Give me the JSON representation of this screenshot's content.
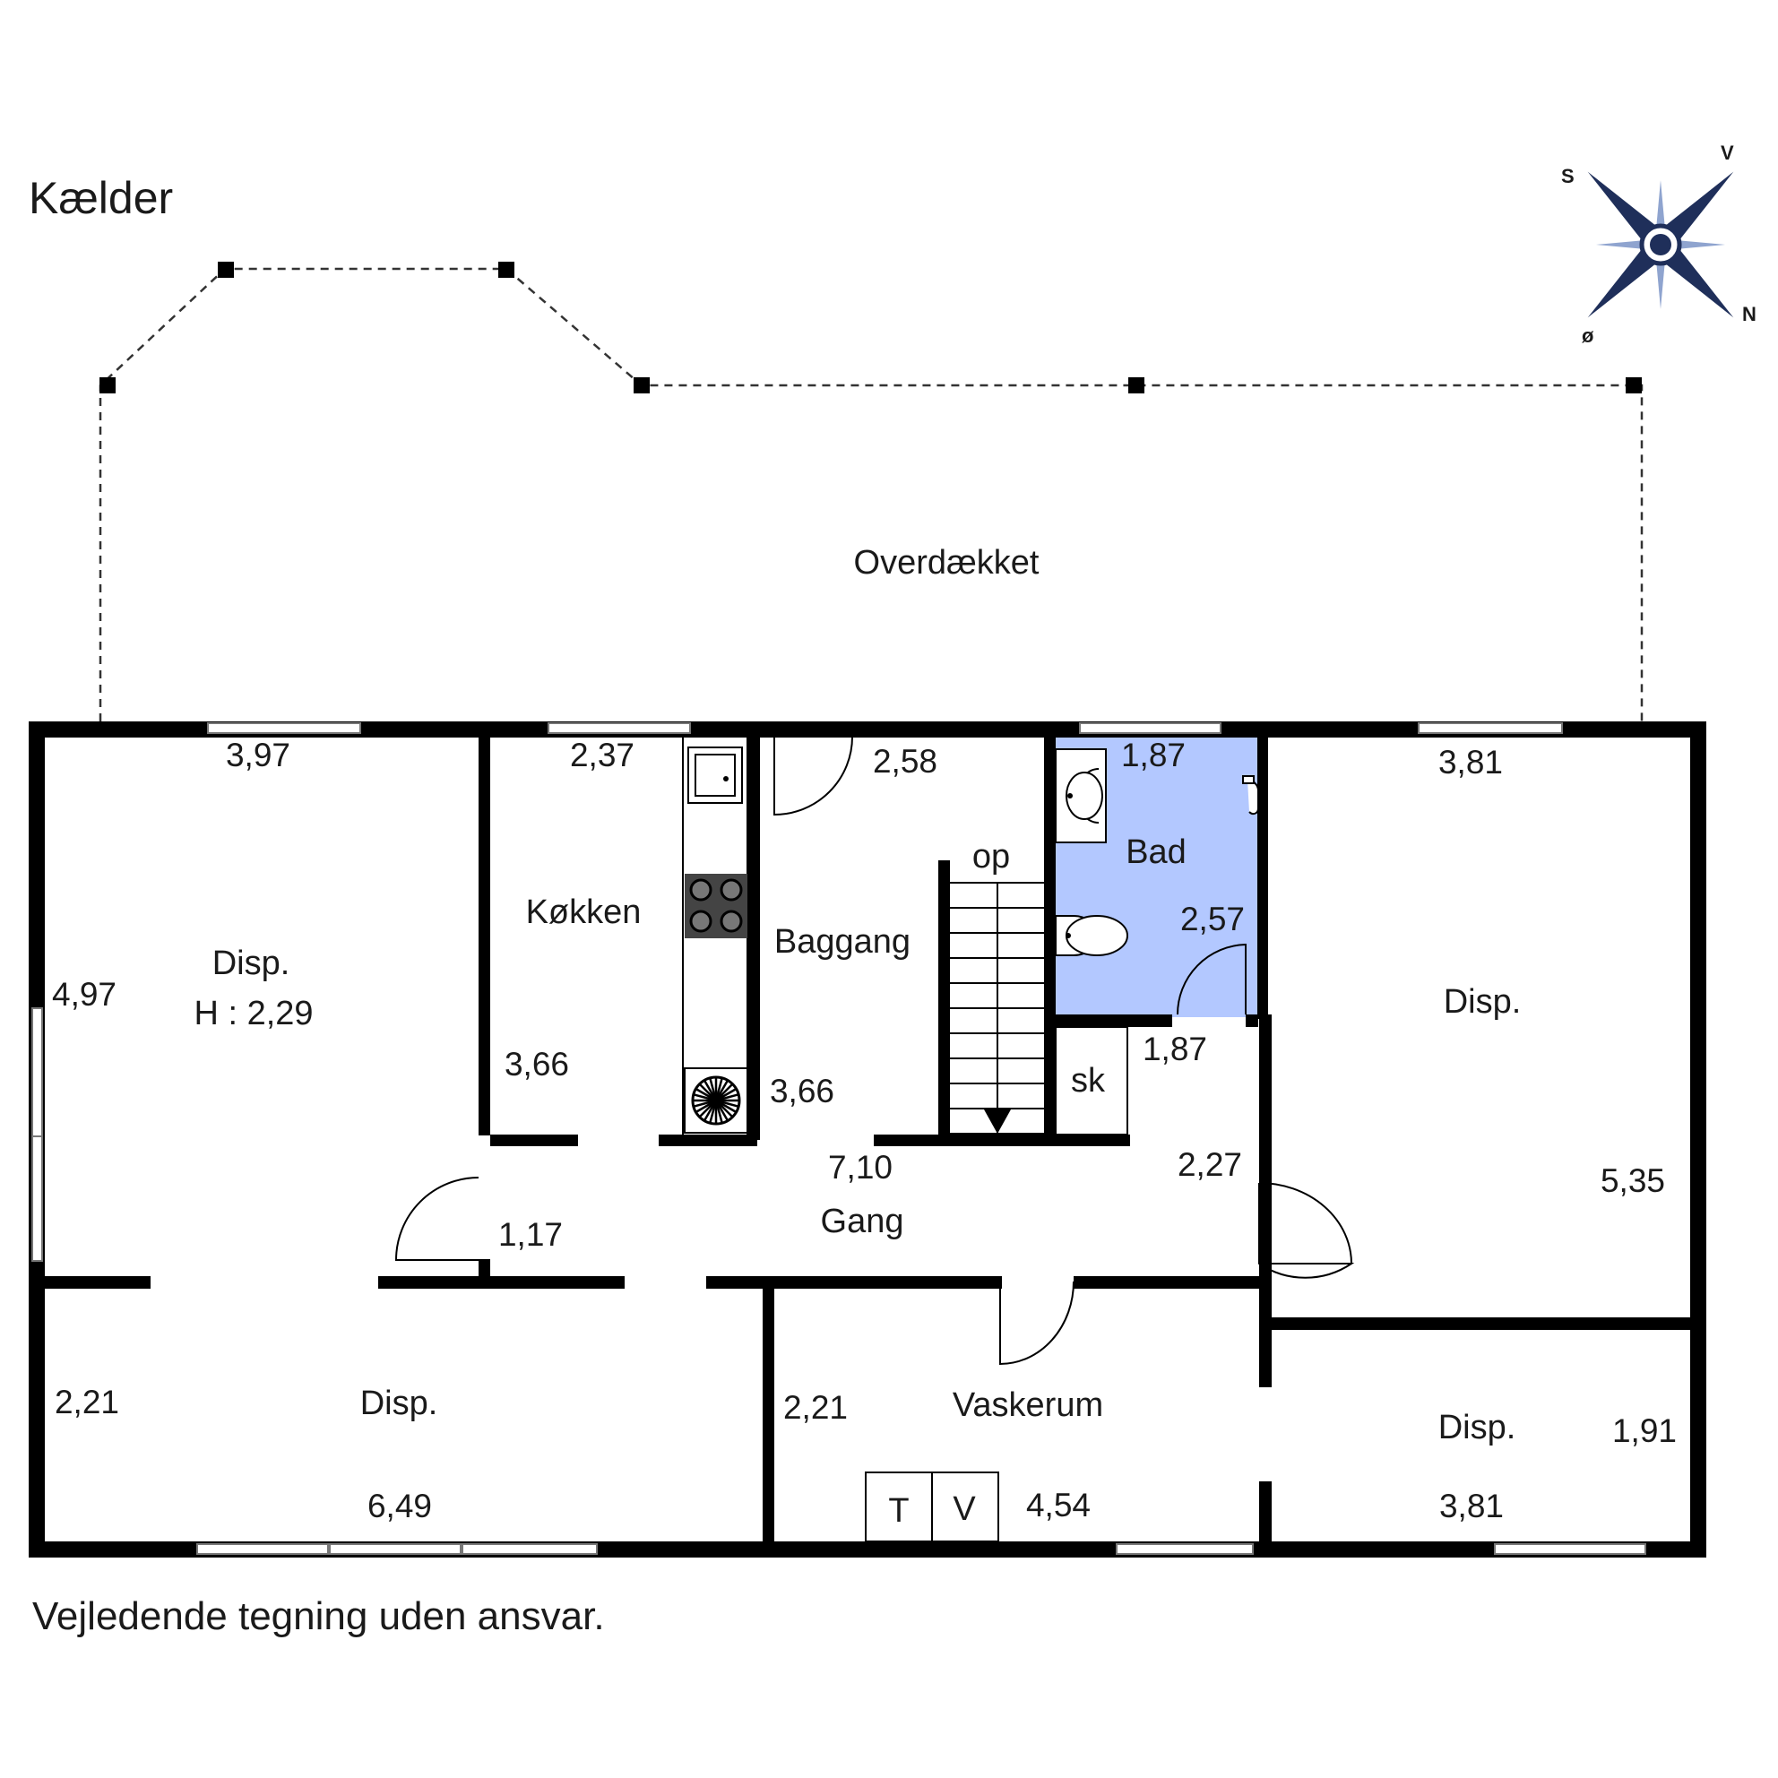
{
  "title": "Kælder",
  "disclaimer": "Vejledende tegning uden ansvar.",
  "compass": {
    "label_s": "S",
    "label_v": "V",
    "label_n": "N",
    "label_o": "ø",
    "color": "#1f2f5a"
  },
  "colors": {
    "bath_fill": "#b3c8ff",
    "wall": "#000000"
  },
  "rooms": {
    "overdaekket": "Overdækket",
    "disp_left": "Disp.",
    "disp_left_height": "H : 2,29",
    "kokken": "Køkken",
    "baggang": "Baggang",
    "op": "op",
    "bad": "Bad",
    "sk": "sk",
    "gang": "Gang",
    "disp_right": "Disp.",
    "disp_bottom_left": "Disp.",
    "vaskerum": "Vaskerum",
    "disp_bottom_right": "Disp.",
    "t_label": "T",
    "v_label": "V"
  },
  "dims": {
    "d_397": "3,97",
    "d_497": "4,97",
    "d_237": "2,37",
    "d_366a": "3,66",
    "d_366b": "3,66",
    "d_258": "2,58",
    "d_187a": "1,87",
    "d_257": "2,57",
    "d_187b": "1,87",
    "d_381a": "3,81",
    "d_535": "5,35",
    "d_710": "7,10",
    "d_227": "2,27",
    "d_117": "1,17",
    "d_221a": "2,21",
    "d_649": "6,49",
    "d_221b": "2,21",
    "d_454": "4,54",
    "d_191": "1,91",
    "d_381b": "3,81"
  }
}
